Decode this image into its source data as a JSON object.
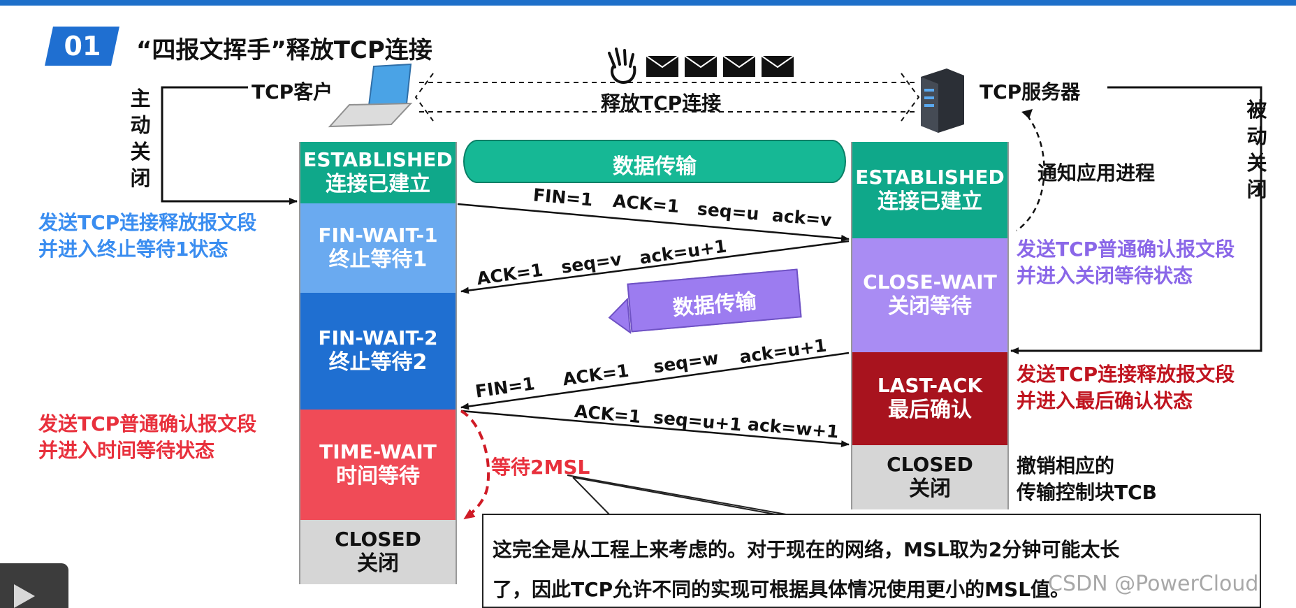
{
  "header": {
    "badge": "01",
    "title": "“四报文挥手”释放TCP连接"
  },
  "top": {
    "client_label": "TCP客户",
    "server_label": "TCP服务器",
    "release_label": "释放TCP连接",
    "active_close": "主动关闭",
    "passive_close": "被动关闭",
    "notify_app": "通知应用进程"
  },
  "client_states": [
    {
      "en": "ESTABLISHED",
      "zh": "连接已建立"
    },
    {
      "en": "FIN-WAIT-1",
      "zh": "终止等待1"
    },
    {
      "en": "FIN-WAIT-2",
      "zh": "终止等待2"
    },
    {
      "en": "TIME-WAIT",
      "zh": "时间等待"
    },
    {
      "en": "CLOSED",
      "zh": "关闭"
    }
  ],
  "server_states": [
    {
      "en": "ESTABLISHED",
      "zh": "连接已建立"
    },
    {
      "en": "CLOSE-WAIT",
      "zh": "关闭等待"
    },
    {
      "en": "LAST-ACK",
      "zh": "最后确认"
    },
    {
      "en": "CLOSED",
      "zh": "关闭"
    }
  ],
  "data_transfer_label": "数据传输",
  "messages": {
    "m1": [
      "FIN=1",
      "ACK=1",
      "seq=u",
      "ack=v"
    ],
    "m2": [
      "ACK=1",
      "seq=v",
      "ack=u+1"
    ],
    "m3": [
      "FIN=1",
      "ACK=1",
      "seq=w",
      "ack=u+1"
    ],
    "m4": [
      "ACK=1",
      "seq=u+1",
      "ack=w+1"
    ]
  },
  "notes": {
    "client_send_fin": [
      "发送TCP连接释放报文段",
      "并进入终止等待1状态"
    ],
    "client_send_ack": [
      "发送TCP普通确认报文段",
      "并进入时间等待状态"
    ],
    "server_send_ack": [
      "发送TCP普通确认报文段",
      "并进入关闭等待状态"
    ],
    "server_send_fin": [
      "发送TCP连接释放报文段",
      "并进入最后确认状态"
    ],
    "server_closed": [
      "撤销相应的",
      "传输控制块TCB"
    ],
    "wait_2msl": "等待2MSL"
  },
  "callout": [
    "这完全是从工程上来考虑的。对于现在的网络，MSL取为2分钟可能太长",
    "了，因此TCP允许不同的实现可根据具体情况使用更小的MSL值。"
  ],
  "watermark": "CSDN @PowerCloud",
  "colors": {
    "established": "#0fa88a",
    "fin_wait_1": "#6aaaf0",
    "fin_wait_2": "#1f6fd1",
    "time_wait": "#f04b57",
    "close_wait": "#a98cf3",
    "last_ack": "#a8131e",
    "closed": "#d6d6d6"
  }
}
